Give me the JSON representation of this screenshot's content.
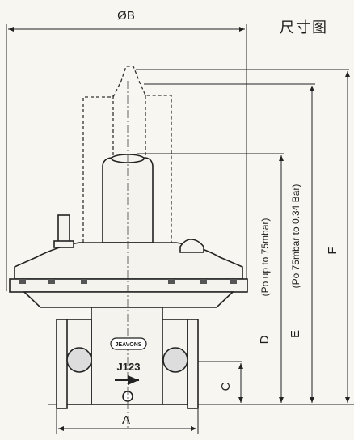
{
  "title": "尺寸图",
  "brand_label": "JEAVONS",
  "model_label": "J123",
  "dimensions": {
    "b": "ØB",
    "a": "A",
    "c": "C",
    "d": "D",
    "d_note": "(Po up to 75mbar)",
    "e": "E",
    "e_note": "(Po 75mbar to 0.34 Bar)",
    "f": "F"
  },
  "colors": {
    "line": "#222222",
    "body": "#f4f3ee",
    "background": "#f7f6f1"
  }
}
